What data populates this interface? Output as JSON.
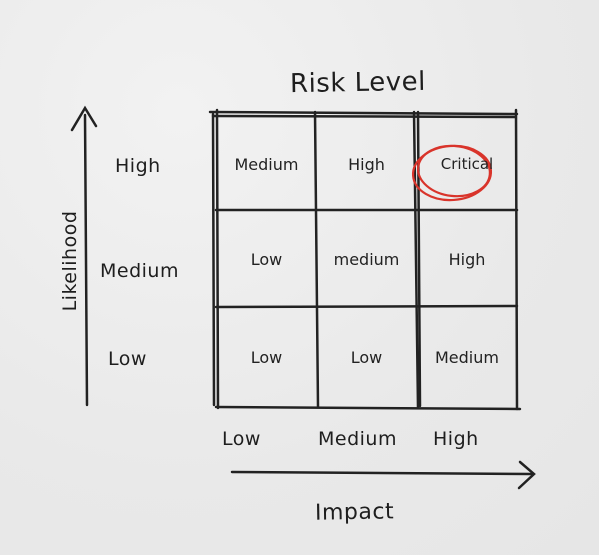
{
  "diagram": {
    "title": "Risk Level",
    "y_axis_label": "Likelihood",
    "x_axis_label": "Impact",
    "row_labels": [
      "High",
      "Medium",
      "Low"
    ],
    "col_labels": [
      "Low",
      "Medium",
      "High"
    ],
    "cells": [
      [
        "Medium",
        "High",
        "Critical"
      ],
      [
        "Low",
        "medium",
        "High"
      ],
      [
        "Low",
        "Low",
        "Medium"
      ]
    ],
    "highlight_color": "#d9342b",
    "ink_color": "#222222",
    "highlighted_cell": "Critical"
  }
}
